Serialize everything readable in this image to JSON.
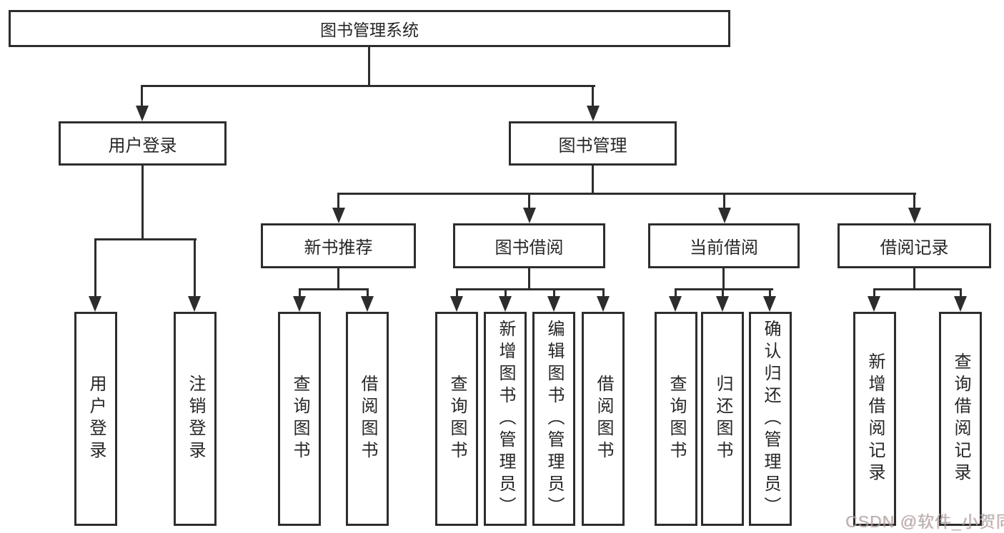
{
  "nodes": {
    "root": "图书管理系统",
    "user_login": "用户登录",
    "book_mgmt": "图书管理",
    "new_book": "新书推荐",
    "book_borrow": "图书借阅",
    "current_borrow": "当前借阅",
    "borrow_record": "借阅记录",
    "leaf_user_login": "用户登录",
    "leaf_logout": "注销登录",
    "leaf_query_book_a": "查询图书",
    "leaf_borrow_book_a": "借阅图书",
    "leaf_query_book_b": "查询图书",
    "leaf_add_book": "新增图书（管理员）",
    "leaf_edit_book": "编辑图书（管理员）",
    "leaf_borrow_book_b": "借阅图书",
    "leaf_query_book_c": "查询图书",
    "leaf_return_book": "归还图书",
    "leaf_confirm_return": "确认归还（管理员）",
    "leaf_add_record": "新增借阅记录",
    "leaf_query_record": "查询借阅记录"
  },
  "watermark": "CSDN @软件_小贺同学",
  "colors": {
    "line": "#2d2d2d",
    "text": "#262626",
    "background": "#ffffff",
    "watermark": "#a9a4a4"
  }
}
